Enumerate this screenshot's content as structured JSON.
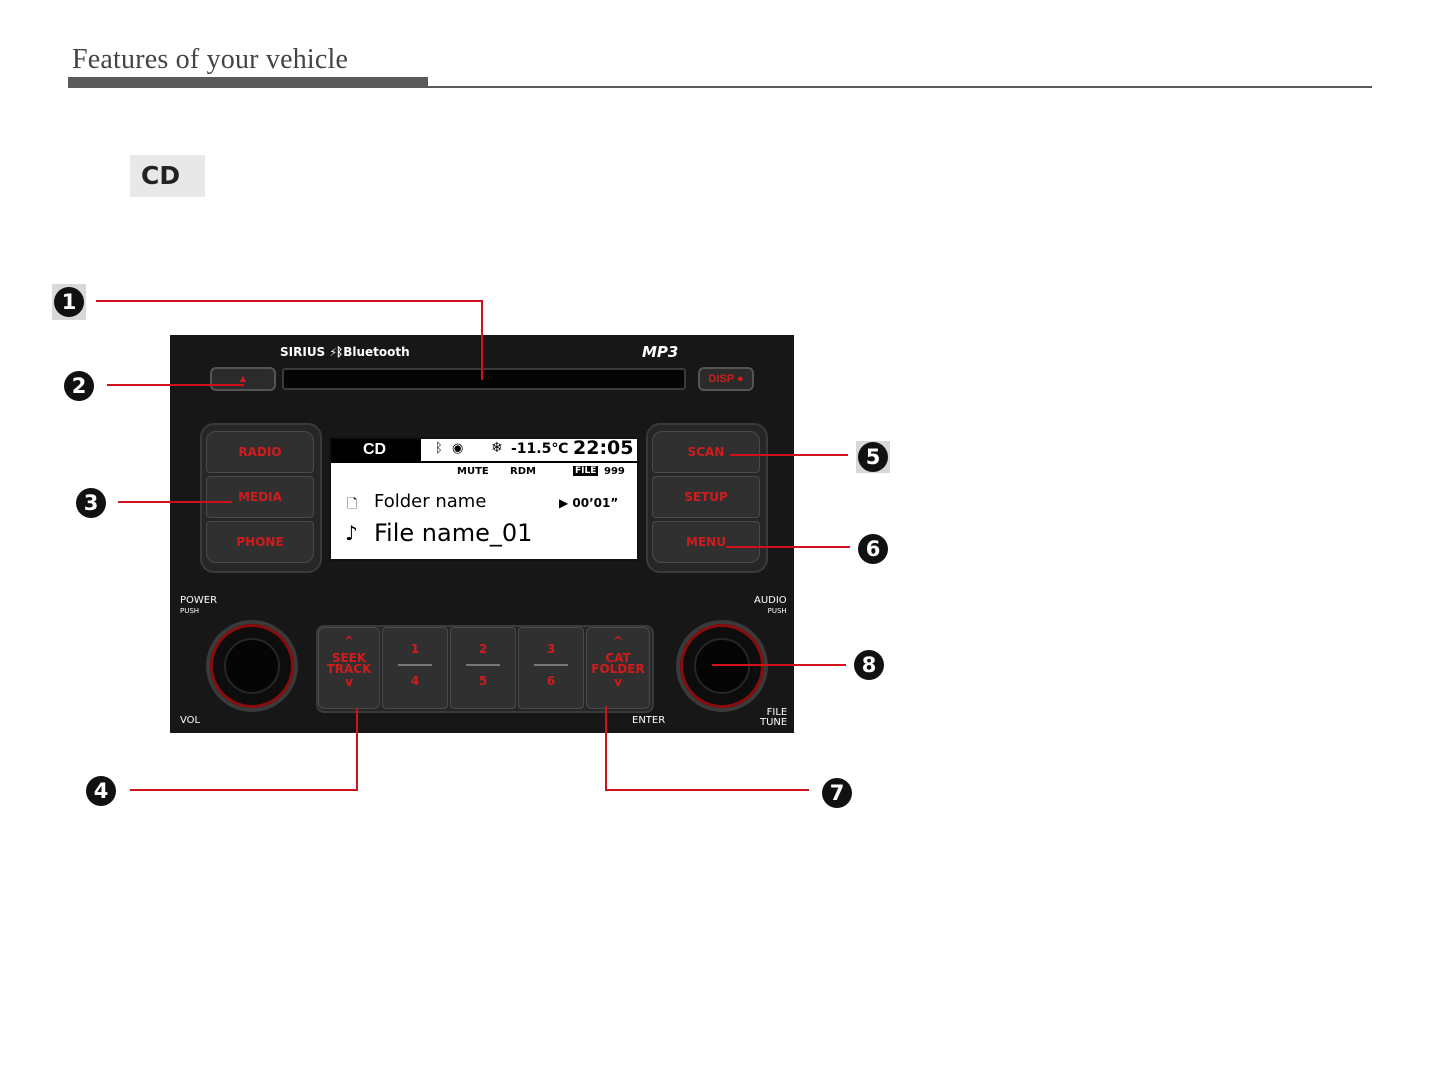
{
  "header": {
    "title": "Features of your vehicle"
  },
  "section": {
    "label": "CD"
  },
  "callouts": [
    "1",
    "2",
    "3",
    "4",
    "5",
    "6",
    "7",
    "8"
  ],
  "radio": {
    "brand_left": "SIRIUS",
    "brand_bt": "Bluetooth",
    "brand_mp3": "MP3",
    "eject_icon": "eject-icon",
    "disp_label": "DISP",
    "left_keys": [
      "RADIO",
      "MEDIA",
      "PHONE"
    ],
    "right_keys": [
      "SCAN",
      "SETUP",
      "MENU"
    ],
    "seek_key": {
      "top": "^",
      "line1": "SEEK",
      "line2": "TRACK",
      "bottom": "v"
    },
    "cat_key": {
      "top": "^",
      "line1": "CAT",
      "line2": "FOLDER",
      "bottom": "v"
    },
    "preset_keys": [
      {
        "top": "1",
        "bottom": "4"
      },
      {
        "top": "2",
        "bottom": "5"
      },
      {
        "top": "3",
        "bottom": "6"
      }
    ],
    "labels": {
      "power": "POWER",
      "power_push": "PUSH",
      "audio": "AUDIO",
      "audio_push": "PUSH",
      "vol": "VOL",
      "enter": "ENTER",
      "file": "FILE",
      "tune": "TUNE"
    }
  },
  "display": {
    "mode": "CD",
    "temperature": "-11.5℃",
    "clock": "22:05",
    "mute": "MUTE",
    "rdm": "RDM",
    "file_badge": "FILE",
    "file_count": "999",
    "folder_name": "Folder name",
    "play_time": "▶ 00’01”",
    "file_name": "File name_01"
  }
}
